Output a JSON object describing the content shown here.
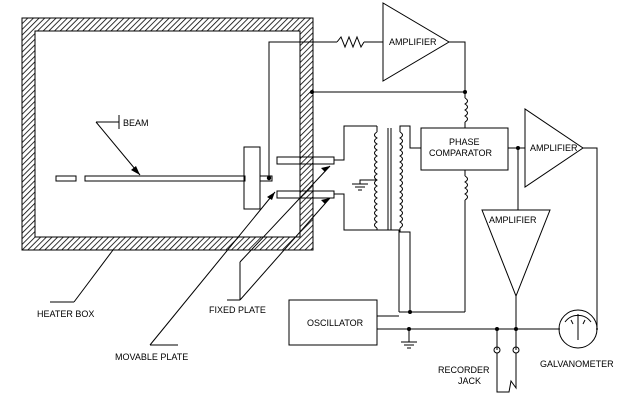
{
  "labels": {
    "beam": "BEAM",
    "amplifier_top": "AMPLIFIER",
    "phase_comparator_line1": "PHASE",
    "phase_comparator_line2": "COMPARATOR",
    "amplifier_right": "AMPLIFIER",
    "amplifier_mid": "AMPLIFIER",
    "oscillator": "OSCILLATOR",
    "heater_box": "HEATER BOX",
    "fixed_plate": "FIXED PLATE",
    "movable_plate": "MOVABLE PLATE",
    "recorder_jack_line1": "RECORDER",
    "recorder_jack_line2": "JACK",
    "galvanometer": "GALVANOMETER"
  },
  "colors": {
    "line": "#000000",
    "background": "#ffffff"
  }
}
